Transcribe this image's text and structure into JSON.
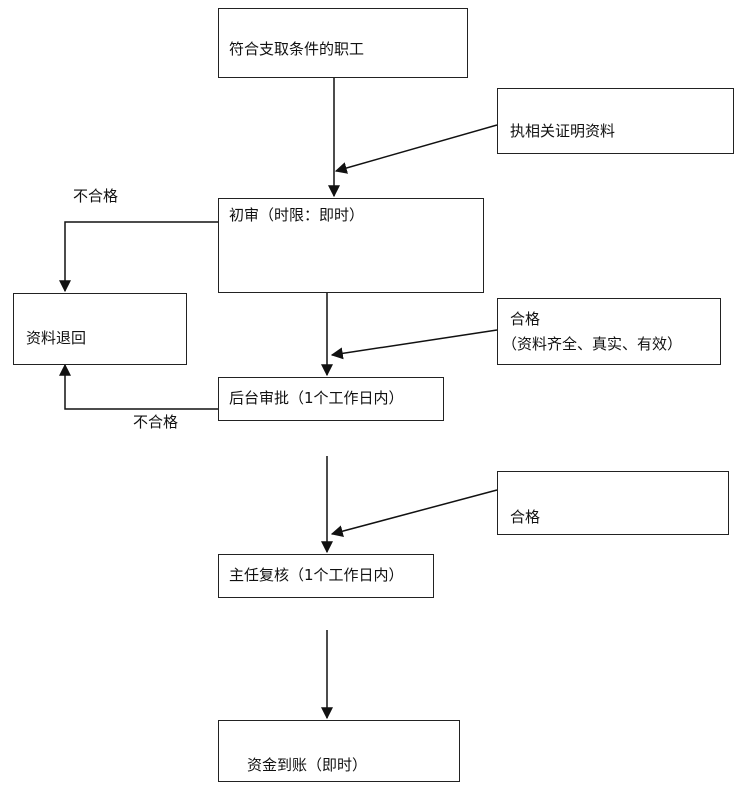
{
  "nodes": {
    "eligible_employee": "符合支取条件的职工",
    "documents": "执相关证明资料",
    "initial_review": "初审（时限：即时）",
    "returned": "资料退回",
    "qualified_complete": "合格",
    "qualified_complete_detail": "（资料齐全、真实、有效）",
    "backend_approval": "后台审批（1个工作日内）",
    "qualified": "合格",
    "director_review": "主任复核（1个工作日内）",
    "funds_credited": "资金到账（即时）"
  },
  "edge_labels": {
    "reject_initial": "不合格",
    "reject_backend": "不合格"
  }
}
